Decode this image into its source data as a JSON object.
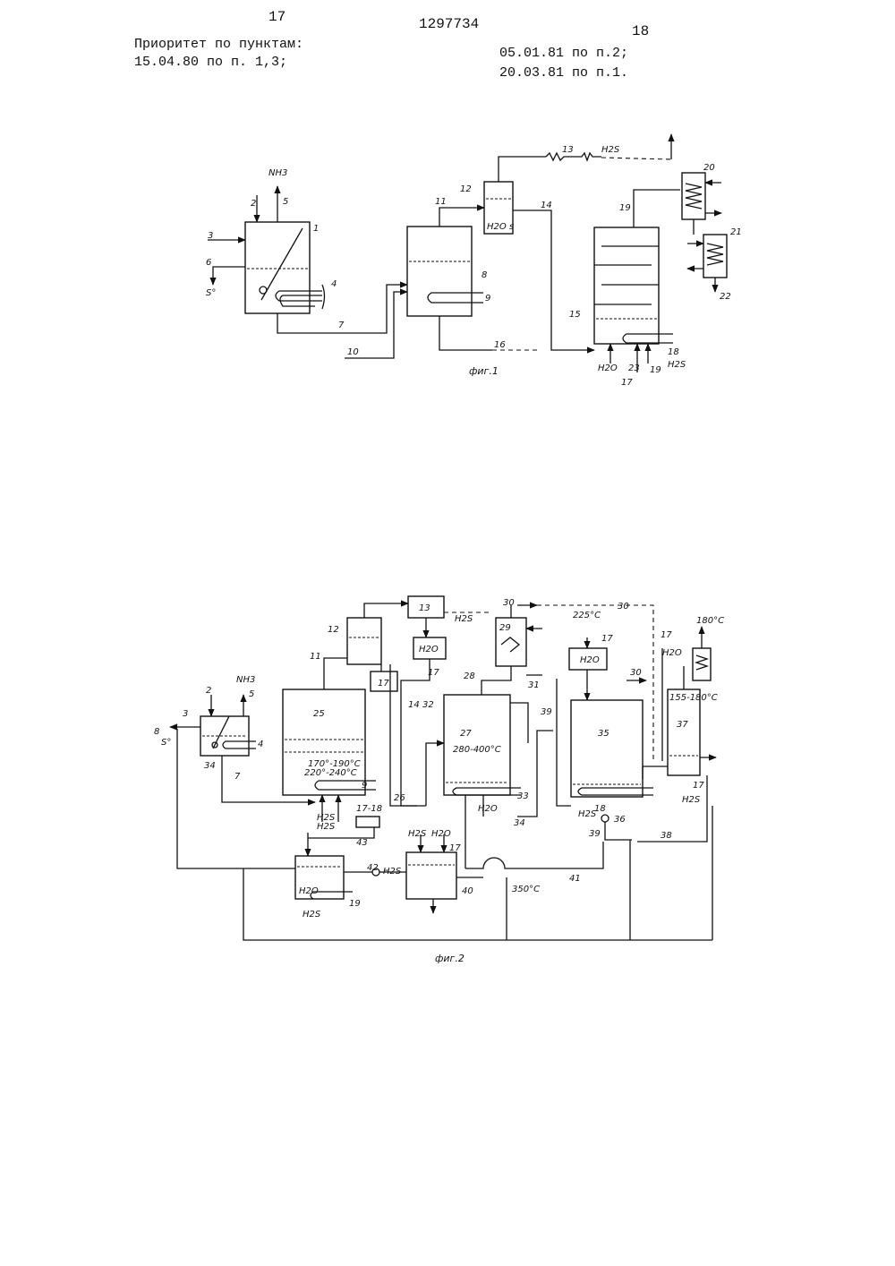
{
  "header": {
    "page_left": "17",
    "patent_number": "1297734",
    "page_right": "18"
  },
  "priority": {
    "title": "Приоритет по пунктам:",
    "line1": "15.04.80 по п. 1,3;",
    "line2": "05.01.81 по п.2;",
    "line3": "20.03.81 по п.1."
  },
  "fig1": {
    "caption": "фиг.1",
    "labels": {
      "n1": "1",
      "n2": "2",
      "n3": "3",
      "n4": "4",
      "n5": "5",
      "n6": "6",
      "n7": "7",
      "n8": "8",
      "n9": "9",
      "n10": "10",
      "n11": "11",
      "n12": "12",
      "n13": "13",
      "n14": "14",
      "n15": "15",
      "n16": "16",
      "n17": "17",
      "n18": "18",
      "n19": "19",
      "n19b": "19",
      "n20": "20",
      "n21": "21",
      "n22": "22",
      "n23": "23",
      "nh3": "NH3",
      "s0": "S°",
      "h2s_top": "H2S",
      "h2s_bot": "H2S",
      "h2o": "H2O",
      "h2o_s": "H2O s"
    }
  },
  "fig2": {
    "caption": "фиг.2",
    "labels": {
      "n2": "2",
      "n3": "3",
      "n4": "4",
      "n5": "5",
      "n7": "7",
      "n8": "8",
      "n9": "9",
      "n11": "11",
      "n12": "12",
      "n13": "13",
      "n14": "14",
      "n17a": "17",
      "n17b": "17",
      "n17c": "17",
      "n17d": "17",
      "n17e": "17",
      "n18": "18",
      "n19": "19",
      "n25": "25",
      "n26": "26",
      "n27": "27",
      "n28": "28",
      "n29": "29",
      "n30a": "30",
      "n30b": "30",
      "n30c": "30",
      "n31": "31",
      "n32": "32",
      "n33": "33",
      "n34a": "34",
      "n34b": "34",
      "n35": "35",
      "n36": "36",
      "n37": "37",
      "n38": "38",
      "n39a": "39",
      "n39b": "39",
      "n40": "40",
      "n41": "41",
      "n42": "42",
      "n43": "43",
      "nh3": "NH3",
      "s0": "S°",
      "h2s_a": "H2S",
      "h2s_b": "H2S",
      "h2s_c": "H2S",
      "h2s_d": "H2S",
      "h2s_e": "H2S",
      "h2s_f": "H2S",
      "h2s_g": "H2S",
      "h2o_a": "H2O",
      "h2o_b": "H2O",
      "h2o_c": "H2O",
      "h2o_d": "H2O",
      "temp_25a": "170°-190°C",
      "temp_25b": "220°-240°C",
      "temp_27": "280-400°C",
      "temp_225": "225°C",
      "temp_180": "180°C",
      "temp_37": "155-180°C",
      "temp_350": "350°C",
      "box_17_18": "17-18",
      "h2o_box": "H2O"
    }
  }
}
